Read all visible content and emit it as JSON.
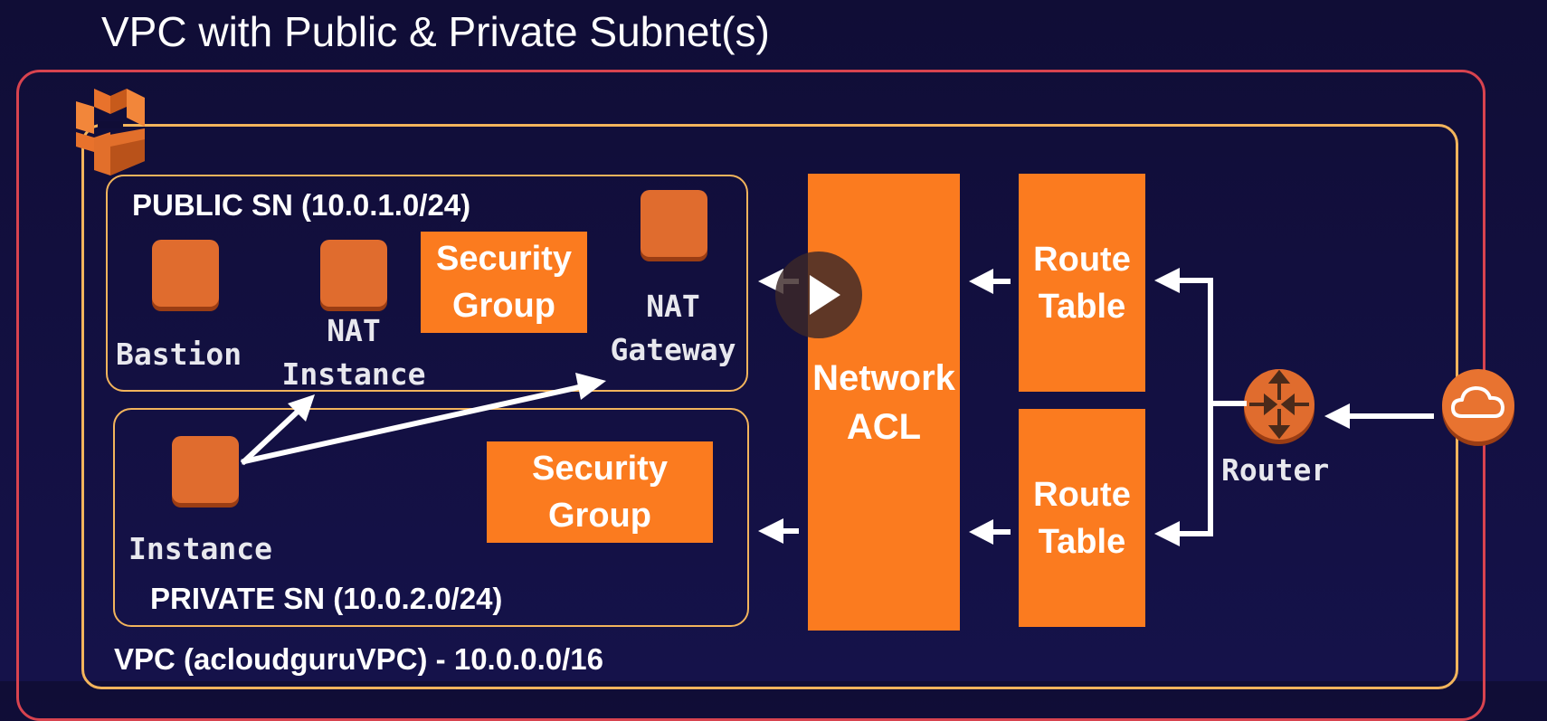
{
  "title": "VPC with Public & Private Subnet(s)",
  "vpc": {
    "label": "VPC (acloudguruVPC) - 10.0.0.0/16"
  },
  "public_subnet": {
    "label": "PUBLIC SN (10.0.1.0/24)",
    "bastion": "Bastion",
    "nat_instance": [
      "NAT",
      "Instance"
    ],
    "security_group": [
      "Security",
      "Group"
    ],
    "nat_gateway": [
      "NAT",
      "Gateway"
    ]
  },
  "private_subnet": {
    "label": "PRIVATE SN (10.0.2.0/24)",
    "instance": "Instance",
    "security_group": [
      "Security",
      "Group"
    ]
  },
  "network_acl": [
    "Network",
    "ACL"
  ],
  "route_tables": [
    [
      "Route",
      "Table"
    ],
    [
      "Route",
      "Table"
    ]
  ],
  "router": "Router",
  "colors": {
    "background": "#100d36",
    "region_border": "#d8434f",
    "vpc_border": "#f2b45c",
    "orange": "#fb7b1f",
    "instance": "#e06c2e",
    "arrow": "#ffffff"
  },
  "icons": [
    "aws-vpc-icon",
    "ec2-instance-icon",
    "router-icon",
    "internet-gateway-cloud-icon",
    "play-icon"
  ]
}
